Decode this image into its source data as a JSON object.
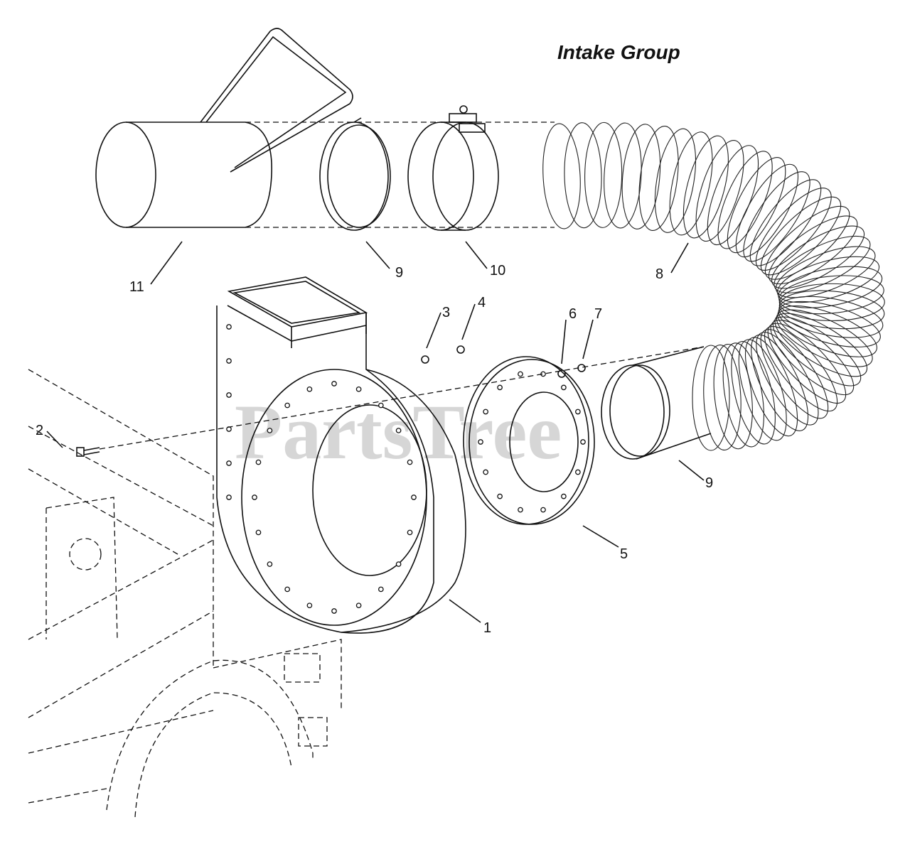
{
  "title": "Intake Group",
  "watermark": "PartsTree",
  "callouts": [
    {
      "id": "c1",
      "label": "1"
    },
    {
      "id": "c2",
      "label": "2"
    },
    {
      "id": "c3",
      "label": "3"
    },
    {
      "id": "c4",
      "label": "4"
    },
    {
      "id": "c5",
      "label": "5"
    },
    {
      "id": "c6",
      "label": "6"
    },
    {
      "id": "c7",
      "label": "7"
    },
    {
      "id": "c8",
      "label": "8"
    },
    {
      "id": "c9a",
      "label": "9"
    },
    {
      "id": "c9b",
      "label": "9"
    },
    {
      "id": "c10",
      "label": "10"
    },
    {
      "id": "c11",
      "label": "11"
    }
  ]
}
